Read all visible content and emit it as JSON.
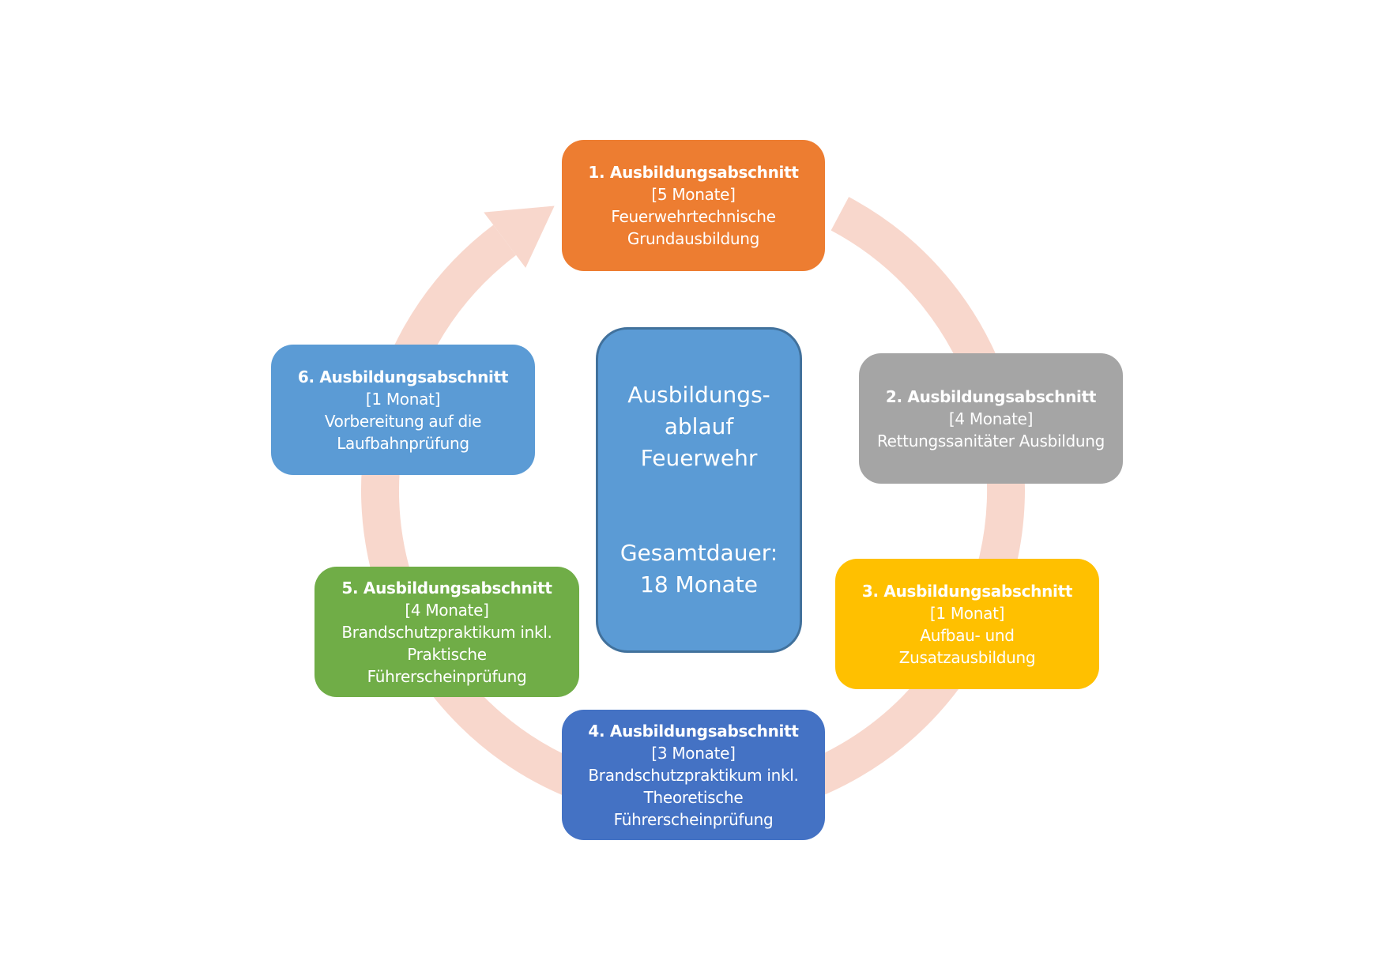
{
  "diagram": {
    "type": "cycle",
    "center": {
      "title_lines": [
        "Ausbildungs-",
        "ablauf",
        "Feuerwehr"
      ],
      "duration_lines": [
        "Gesamtdauer:",
        "18 Monate"
      ],
      "color": "#5b9bd5",
      "border_color": "#41719c"
    },
    "ring_color": "#f8d7cc",
    "steps": [
      {
        "title": "1. Ausbildungsabschnitt",
        "duration": "[5 Monate]",
        "description_lines": [
          "Feuerwehrtechnische",
          "Grundausbildung"
        ],
        "color": "#ed7d31"
      },
      {
        "title": "2. Ausbildungsabschnitt",
        "duration": "[4 Monate]",
        "description_lines": [
          "Rettungssanitäter Ausbildung"
        ],
        "color": "#a5a5a5"
      },
      {
        "title": "3. Ausbildungsabschnitt",
        "duration": "[1 Monat]",
        "description_lines": [
          "Aufbau- und",
          "Zusatzausbildung"
        ],
        "color": "#ffc000"
      },
      {
        "title": "4. Ausbildungsabschnitt",
        "duration": "[3 Monate]",
        "description_lines": [
          "Brandschutzpraktikum inkl.",
          "Theoretische",
          "Führerscheinprüfung"
        ],
        "color": "#4472c4"
      },
      {
        "title": "5. Ausbildungsabschnitt",
        "duration": "[4 Monate]",
        "description_lines": [
          "Brandschutzpraktikum inkl.",
          "Praktische",
          "Führerscheinprüfung"
        ],
        "color": "#70ad47"
      },
      {
        "title": "6. Ausbildungsabschnitt",
        "duration": "[1 Monat]",
        "description_lines": [
          "Vorbereitung auf die",
          "Laufbahnprüfung"
        ],
        "color": "#5b9bd5"
      }
    ]
  }
}
